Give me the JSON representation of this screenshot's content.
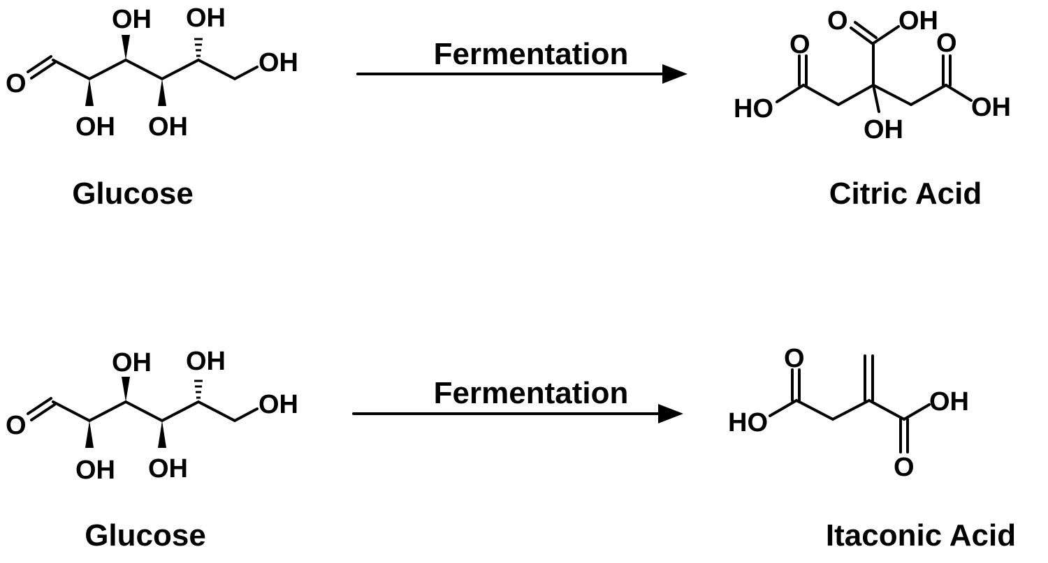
{
  "reactions": [
    {
      "reactant": {
        "name": "Glucose",
        "atoms": {
          "o_aldehyde": "O",
          "oh_c3_top": "OH",
          "oh_c4_top": "OH",
          "oh_c6": "OH",
          "oh_c2_bottom": "OH",
          "oh_c5_bottom": "OH"
        }
      },
      "arrow_label": "Fermentation",
      "product": {
        "name": "Citric Acid",
        "atoms": {
          "o_left_carbonyl": "O",
          "oh_left_acid": "HO",
          "o_top_carbonyl": "O",
          "oh_top_acid": "OH",
          "o_right_carbonyl": "O",
          "oh_right_acid": "OH",
          "oh_center": "OH"
        }
      }
    },
    {
      "reactant": {
        "name": "Glucose",
        "atoms": {
          "o_aldehyde": "O",
          "oh_c3_top": "OH",
          "oh_c4_top": "OH",
          "oh_c6": "OH",
          "oh_c2_bottom": "OH",
          "oh_c5_bottom": "OH"
        }
      },
      "arrow_label": "Fermentation",
      "product": {
        "name": "Itaconic Acid",
        "atoms": {
          "o_left_carbonyl": "O",
          "oh_left_acid": "HO",
          "oh_right_acid": "OH",
          "o_right_carbonyl": "O"
        }
      }
    }
  ]
}
